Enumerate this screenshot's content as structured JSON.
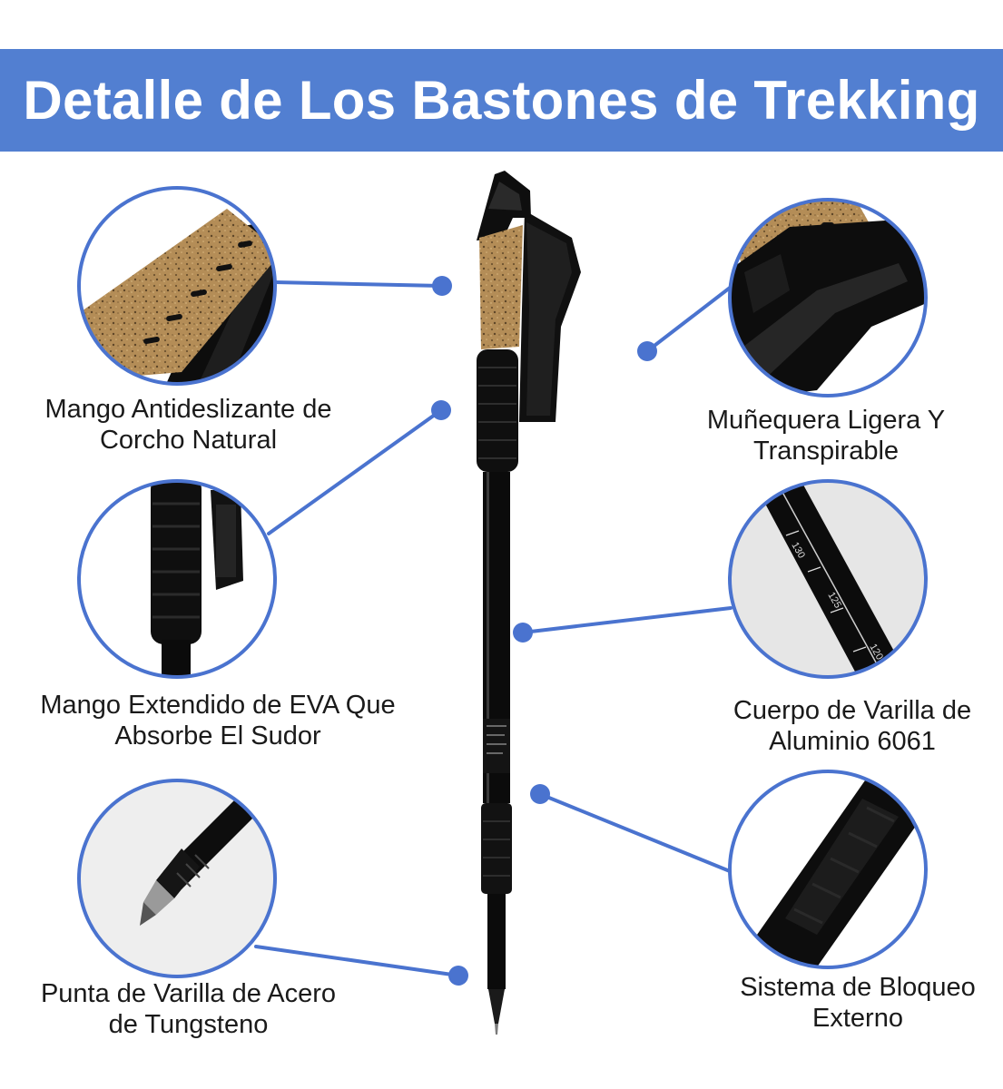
{
  "title": "Detalle de Los Bastones de Trekking",
  "colors": {
    "banner": "#527fd1",
    "accent": "#4a73cf",
    "cork": "#b08a55",
    "pole": "#0c0c0c"
  },
  "features": [
    {
      "id": "cork-handle",
      "icon": "cork-grip-closeup",
      "lines": [
        "Mango Antideslizante de",
        "Corcho Natural"
      ]
    },
    {
      "id": "wrist-strap",
      "icon": "wrist-strap-closeup",
      "lines": [
        "Muñequera Ligera Y",
        "Transpirable"
      ]
    },
    {
      "id": "eva-grip",
      "icon": "foam-grip-closeup",
      "lines": [
        "Mango Extendido de EVA Que",
        "Absorbe El Sudor"
      ]
    },
    {
      "id": "aluminum-shaft",
      "icon": "shaft-closeup",
      "lines": [
        "Cuerpo de Varilla de",
        "Aluminio 6061"
      ]
    },
    {
      "id": "tungsten-tip",
      "icon": "tip-closeup",
      "lines": [
        "Punta de Varilla de Acero",
        "de Tungsteno"
      ]
    },
    {
      "id": "lock-system",
      "icon": "lock-closeup",
      "lines": [
        "Sistema de Bloqueo",
        "Externo"
      ]
    }
  ],
  "shaft_marks": [
    "130",
    "125",
    "120"
  ]
}
